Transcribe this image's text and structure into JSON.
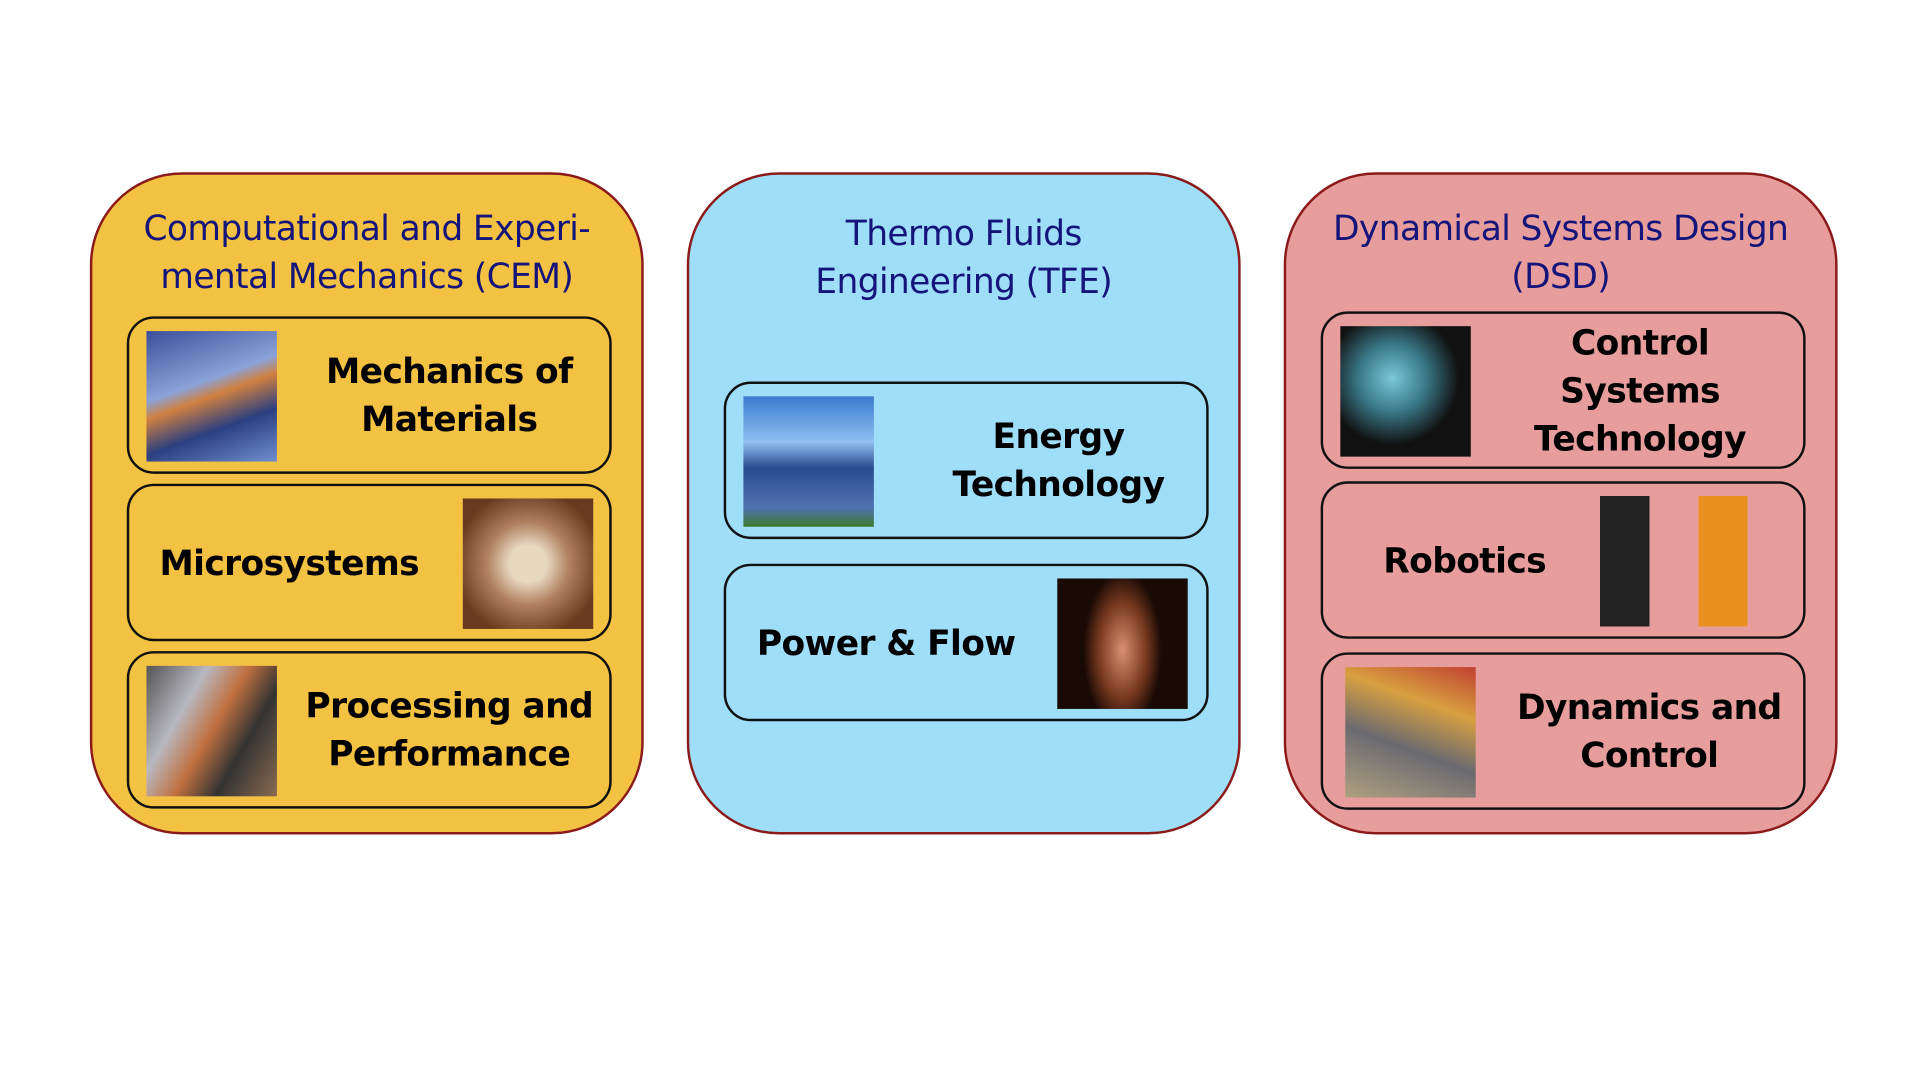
{
  "panels": [
    {
      "title": "Computational and Experi-\nmental Mechanics (CEM)",
      "color": "#f4c242",
      "items": [
        {
          "label": "Mechanics of Materials",
          "icon": "materials-testing-photo"
        },
        {
          "label": "Microsystems",
          "icon": "microstructure-photo"
        },
        {
          "label": "Processing and Performance",
          "icon": "processing-equipment-photo"
        }
      ]
    },
    {
      "title": "Thermo Fluids Engineering (TFE)",
      "color": "#9fdef9",
      "items": [
        {
          "label": "Energy Technology",
          "icon": "solar-wind-photo"
        },
        {
          "label": "Power & Flow",
          "icon": "flame-spray-photo"
        }
      ]
    },
    {
      "title": "Dynamical Systems Design (DSD)",
      "color": "#e89d9d",
      "items": [
        {
          "label": "Control Systems Technology",
          "icon": "surgical-robot-photo"
        },
        {
          "label": "Robotics",
          "icon": "robots-photo"
        },
        {
          "label": "Dynamics and Control",
          "icon": "phone-dynamics-photo"
        }
      ]
    }
  ]
}
